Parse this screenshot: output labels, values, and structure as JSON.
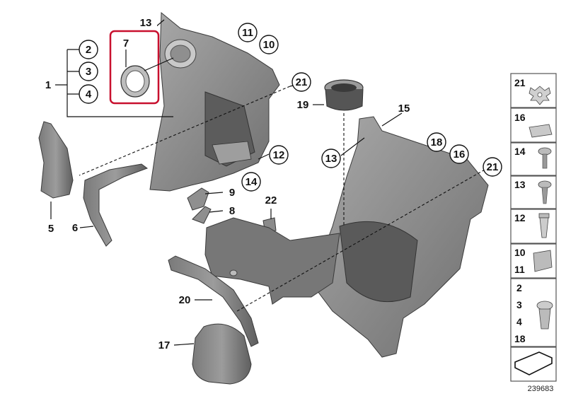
{
  "callouts": {
    "c13_top": "13",
    "c11": "11",
    "c10_top": "10",
    "c2": "2",
    "c3": "3",
    "c4": "4",
    "c1": "1",
    "c7": "7",
    "c21_left": "21",
    "c19": "19",
    "c15": "15",
    "c18": "18",
    "c16": "16",
    "c13_mid": "13",
    "c12": "12",
    "c14": "14",
    "c21_right": "21",
    "c9": "9",
    "c8": "8",
    "c22": "22",
    "c5": "5",
    "c6": "6",
    "c20": "20",
    "c17": "17"
  },
  "legend": {
    "rows": [
      {
        "label": "21"
      },
      {
        "label": "16"
      },
      {
        "label": "14"
      },
      {
        "label": "13"
      },
      {
        "label": "12"
      },
      {
        "label": "10",
        "label2": "11"
      },
      {
        "label": "2",
        "label2": "3",
        "label3": "4",
        "label4": "18"
      }
    ]
  },
  "diagram_number": "239683",
  "colors": {
    "part_fill": "#8a8a8a",
    "part_dark": "#6b6b6b",
    "part_light": "#b8b8b8",
    "highlight": "#c8102e"
  }
}
